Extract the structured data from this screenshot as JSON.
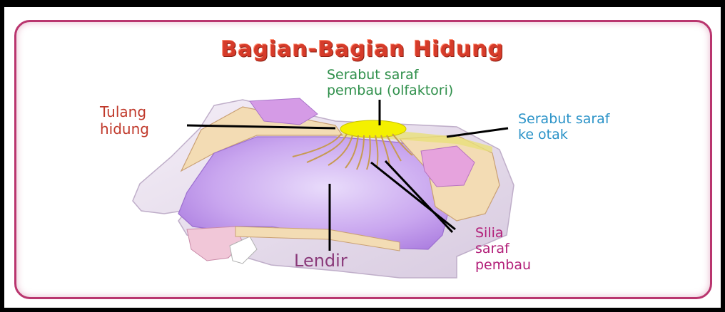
{
  "title": "Bagian-Bagian Hidung",
  "labels": {
    "olfactory_fibers": [
      "Serabut saraf",
      "pembau (olfaktori)"
    ],
    "nasal_bone": [
      "Tulang",
      "hidung"
    ],
    "nerve_to_brain": [
      "Serabut saraf",
      "ke otak"
    ],
    "olfactory_cilia": [
      "Silia",
      "saraf",
      "pembau"
    ],
    "mucus": "Lendir"
  },
  "colors": {
    "frame_border": "#b9356e",
    "title": "#d63b2a",
    "label_green": "#2e8f4a",
    "label_red": "#c0392b",
    "label_blue": "#2b93c8",
    "label_magenta": "#b21e78",
    "label_purple": "#8a3a7a",
    "nasal_cavity": "#c9a6ef",
    "bone": "#f3dcb4",
    "olfactory_bulb": "#f4f000"
  }
}
